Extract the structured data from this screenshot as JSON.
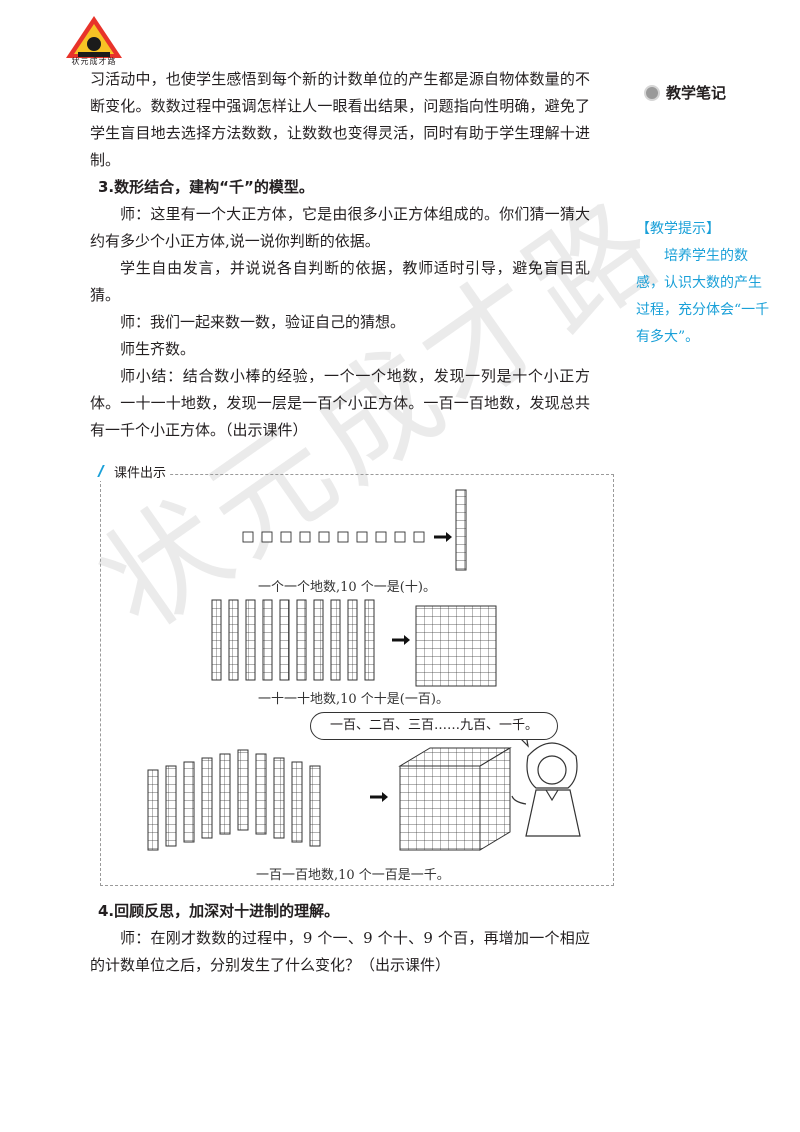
{
  "logo": {
    "text": "状元成才路"
  },
  "watermark": "状元成才路",
  "main": {
    "p1": "习活动中，也使学生感悟到每个新的计数单位的产生都是源自物体数量的不断变化。数数过程中强调怎样让人一眼看出结果，问题指向性明确，避免了学生盲目地去选择方法数数，让数数也变得灵活，同时有助于学生理解十进制。",
    "h3": "3.数形结合，建构“千”的模型。",
    "p2": "师：这里有一个大正方体，它是由很多小正方体组成的。你们猜一猜大约有多少个小正方体,说一说你判断的依据。",
    "p3": "学生自由发言，并说说各自判断的依据，教师适时引导，避免盲目乱猜。",
    "p4": "师：我们一起来数一数，验证自己的猜想。",
    "p5": "师生齐数。",
    "p6": "师小结：结合数小棒的经验，一个一个地数，发现一列是十个小正方体。一十一十地数，发现一层是一百个小正方体。一百一百地数，发现总共有一千个小正方体。（出示课件）",
    "h4": "4.回顾反思，加深对十进制的理解。",
    "p7": "师：在刚才数数的过程中，9 个一、9 个十、9 个百，再增加一个相应的计数单位之后，分别发生了什么变化？（出示课件）"
  },
  "side": {
    "title": "教学笔记",
    "tip_title": "【教学提示】",
    "tip_body": "培养学生的数感，认识大数的产生过程，充分体会“一千有多大”。"
  },
  "courseware": {
    "label": "课件出示",
    "cap1": "一个一个地数,10 个一是(十)。",
    "cap2": "一十一十地数,10 个十是(一百)。",
    "cap3": "一百一百地数,10 个一百是一千。",
    "bubble": "一百、二百、三百……九百、一千。"
  }
}
